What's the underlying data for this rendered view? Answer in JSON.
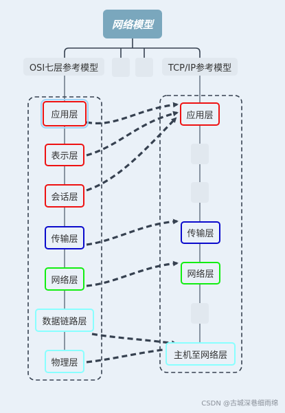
{
  "root": "网络模型",
  "osi": {
    "title": "OSI七层参考模型",
    "layers": [
      "应用层",
      "表示层",
      "会话层",
      "传输层",
      "网络层",
      "数据链路层",
      "物理层"
    ]
  },
  "tcpip": {
    "title": "TCP/IP参考模型",
    "layers": [
      "应用层",
      "传输层",
      "网络层",
      "主机至网络层"
    ]
  },
  "colors": {
    "application": "#ee1111",
    "transport": "#0a0acc",
    "network": "#11ee11",
    "link": "#88ffff",
    "connector": "#364150"
  },
  "watermark": "CSDN @古城深巷细雨绵"
}
